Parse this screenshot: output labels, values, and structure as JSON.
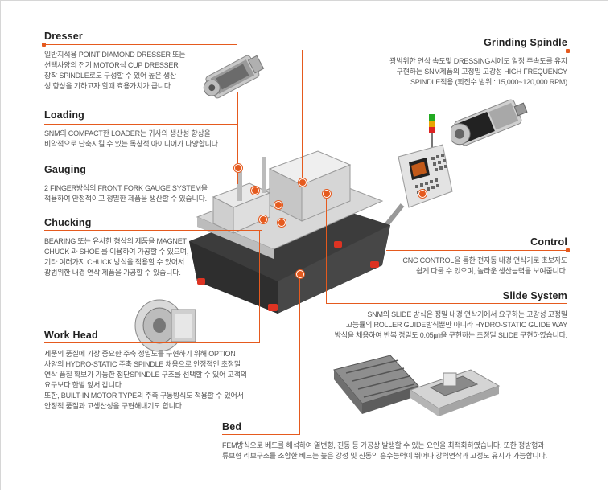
{
  "sections": {
    "dresser": {
      "title": "Dresser",
      "lines": [
        "일반지석용 POINT DIAMOND DRESSER 또는",
        "선택사양의 전기 MOTOR식 CUP DRESSER",
        "장착 SPINDLE로도 구성할 수 있어 높은 생산",
        "성 향상을 기하고자 할때 효용가치가 큽니다"
      ]
    },
    "loading": {
      "title": "Loading",
      "lines": [
        "SNM의 COMPACT한 LOADER는 귀사의 생산성 향상을",
        "비약적으로 단축시킬 수 있는 독창적 아이디어가 다양합니다."
      ]
    },
    "gauging": {
      "title": "Gauging",
      "lines": [
        "2 FINGER방식의 FRONT FORK GAUGE SYSTEM을",
        "적용하여 안정적이고 정밀한 제품을 생산할 수 있습니다."
      ]
    },
    "chucking": {
      "title": "Chucking",
      "lines": [
        "BEARING 또는 유사한 형상의 제품을 MAGNET",
        "CHUCK 과 SHOE 를 이용하여 가공할 수 있으며,",
        "기타 여러가지 CHUCK 방식을 적용할 수 있어서",
        "광범위한 내경 연삭 제품을 가공할 수 있습니다."
      ]
    },
    "workhead": {
      "title": "Work Head",
      "lines": [
        "제품의 품질에 가장 중요한 주축 정밀도를 구현하기 위해 OPTION",
        "사양의 HYDRO-STATIC 주축 SPINDLE 채용으로 안정적인 초정밀",
        "연삭 품질 확보가 가능한 첨단SPINDLE 구조를 선택할 수 있어 고객의",
        "요구보다 한발 앞서 갑니다.",
        "또한, BUILT-IN MOTOR TYPE의 주축 구동방식도 적용할 수 있어서",
        "안정적 품질과 고생산성을 구현해내기도 합니다."
      ]
    },
    "bed": {
      "title": "Bed",
      "lines": [
        "FEM방식으로 베드를 해석하여 열변형, 진동 등 가공상 발생할 수 있는 요인을 최적화하였습니다. 또한 정방형과",
        "튜브형 리브구조를 조합한 베드는 높은 강성 및 진동의 흡수능력이 뛰어나 강력연삭과 고정도 유지가 가능합니다."
      ]
    },
    "spindle": {
      "title": "Grinding Spindle",
      "lines": [
        "광범위한 연삭 속도및 DRESSING시에도 일정 주속도를 유지",
        "구현하는 SNM제품의 고정밀 고강성 HIGH FREQUENCY",
        "SPINDLE적용 (회전수 범위 : 15,000~120,000 RPM)"
      ]
    },
    "control": {
      "title": "Control",
      "lines": [
        "CNC CONTROL을 통한 전자동 내경 연삭기로 초보자도",
        "쉽게 다룰 수 있으며, 놀라운 생산능력을 보여줍니다."
      ]
    },
    "slide": {
      "title": "Slide System",
      "lines": [
        "SNM의 SLIDE 방식은 정밀 내경 연삭기에서 요구하는 고강성 고정밀",
        "고능률의 ROLLER GUIDE방식뿐만 아니라 HYDRO-STATIC GUIDE WAY",
        "방식을 채용하여 반복 정밀도 0.05㎛을 구현하는 초정밀 SLIDE 구현하였습니다."
      ]
    }
  },
  "colors": {
    "accent": "#e55a1e",
    "machine": "#3c3c3c",
    "panel": "#e8e8e8"
  }
}
